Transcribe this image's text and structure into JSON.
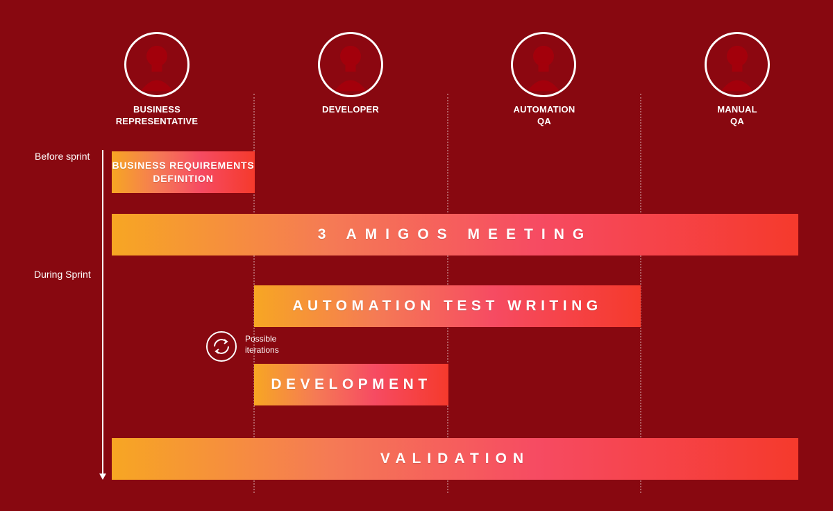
{
  "roles": [
    {
      "line1": "BUSINESS",
      "line2": "REPRESENTATIVE",
      "icon": "person-avatar-icon"
    },
    {
      "line1": "DEVELOPER",
      "line2": "",
      "icon": "person-avatar-icon"
    },
    {
      "line1": "AUTOMATION",
      "line2": "QA",
      "icon": "person-avatar-icon"
    },
    {
      "line1": "MANUAL",
      "line2": "QA",
      "icon": "person-avatar-icon"
    }
  ],
  "timeline": {
    "before_sprint": "Before sprint",
    "during_sprint": "During Sprint"
  },
  "activities": {
    "business_requirements": {
      "line1": "BUSINESS REQUIREMENTS",
      "line2": "DEFINITION"
    },
    "amigos_meeting": "3 AMIGOS MEETING",
    "automation_test_writing": "AUTOMATION TEST WRITING",
    "development": "DEVELOPMENT",
    "validation": "VALIDATION"
  },
  "iterations": {
    "line1": "Possible",
    "line2": "iterations",
    "icon": "cycle-arrows-icon"
  },
  "colors": {
    "background": "#880810",
    "gradient": [
      "#f7a623",
      "#f57a55",
      "#f64b62",
      "#f53a2c"
    ],
    "avatar_silhouette": "#a3000b"
  }
}
